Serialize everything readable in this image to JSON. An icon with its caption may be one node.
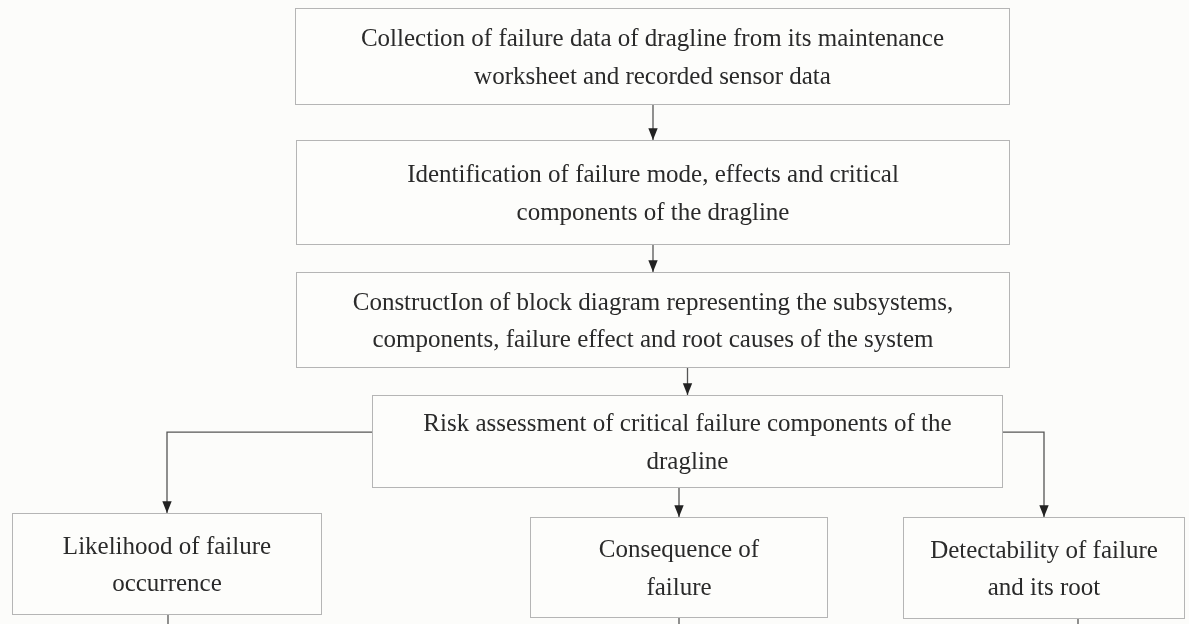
{
  "diagram": {
    "nodes": [
      {
        "text": [
          "Collection of failure data of dragline from its maintenance worksheet and recorded sensor data"
        ]
      },
      {
        "text": [
          "Identification of failure mode, effects and critical components of the dragline"
        ]
      },
      {
        "text": [
          "ConstructIon of block diagram representing the subsystems, components, failure effect and root causes of the system"
        ]
      },
      {
        "text": [
          "Risk assessment of critical failure components of the dragline"
        ]
      },
      {
        "text": [
          "Likelihood of failure occurrence"
        ]
      },
      {
        "text": [
          "Consequence of failure"
        ]
      },
      {
        "text": [
          "Detectability of failure and its root"
        ]
      }
    ],
    "edges": [
      {
        "from": 0,
        "to": 1,
        "arrow": "to"
      },
      {
        "from": 1,
        "to": 2,
        "arrow": "to"
      },
      {
        "from": 2,
        "to": 3,
        "arrow": "to"
      },
      {
        "from": 3,
        "to": 4,
        "arrow": "to"
      },
      {
        "from": 3,
        "to": 5,
        "arrow": "to"
      },
      {
        "from": 3,
        "to": 6,
        "arrow": "to"
      },
      {
        "from": 4,
        "to": null,
        "arrow": "none"
      },
      {
        "from": 5,
        "to": null,
        "arrow": "none"
      },
      {
        "from": 6,
        "to": null,
        "arrow": "none"
      }
    ]
  }
}
